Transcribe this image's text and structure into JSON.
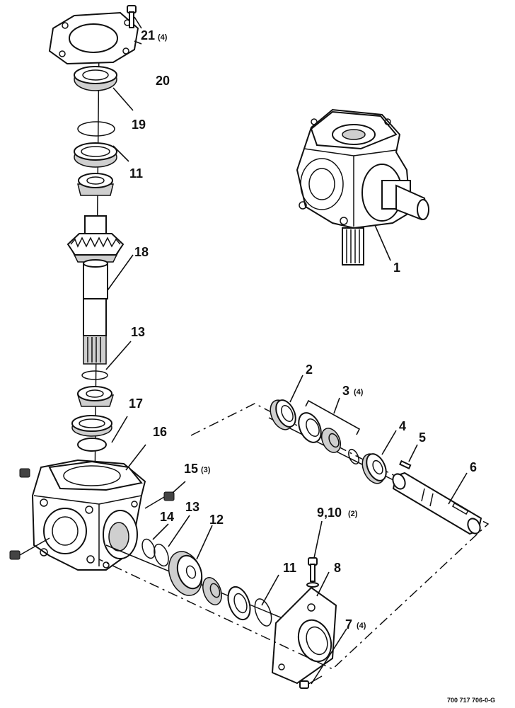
{
  "labels": {
    "p1": "1",
    "p2": "2",
    "p3": "3",
    "p3q": "(4)",
    "p4": "4",
    "p5": "5",
    "p6": "6",
    "p7": "7",
    "p7q": "(4)",
    "p8": "8",
    "p910": "9,10",
    "p910q": "(2)",
    "p11a": "11",
    "p11b": "11",
    "p12": "12",
    "p13a": "13",
    "p13b": "13",
    "p14": "14",
    "p15": "15",
    "p15q": "(3)",
    "p16": "16",
    "p17": "17",
    "p18": "18",
    "p19": "19",
    "p20": "20",
    "p21": "21",
    "p21q": "(4)"
  },
  "drawing_code": "700 717 706-0-G"
}
